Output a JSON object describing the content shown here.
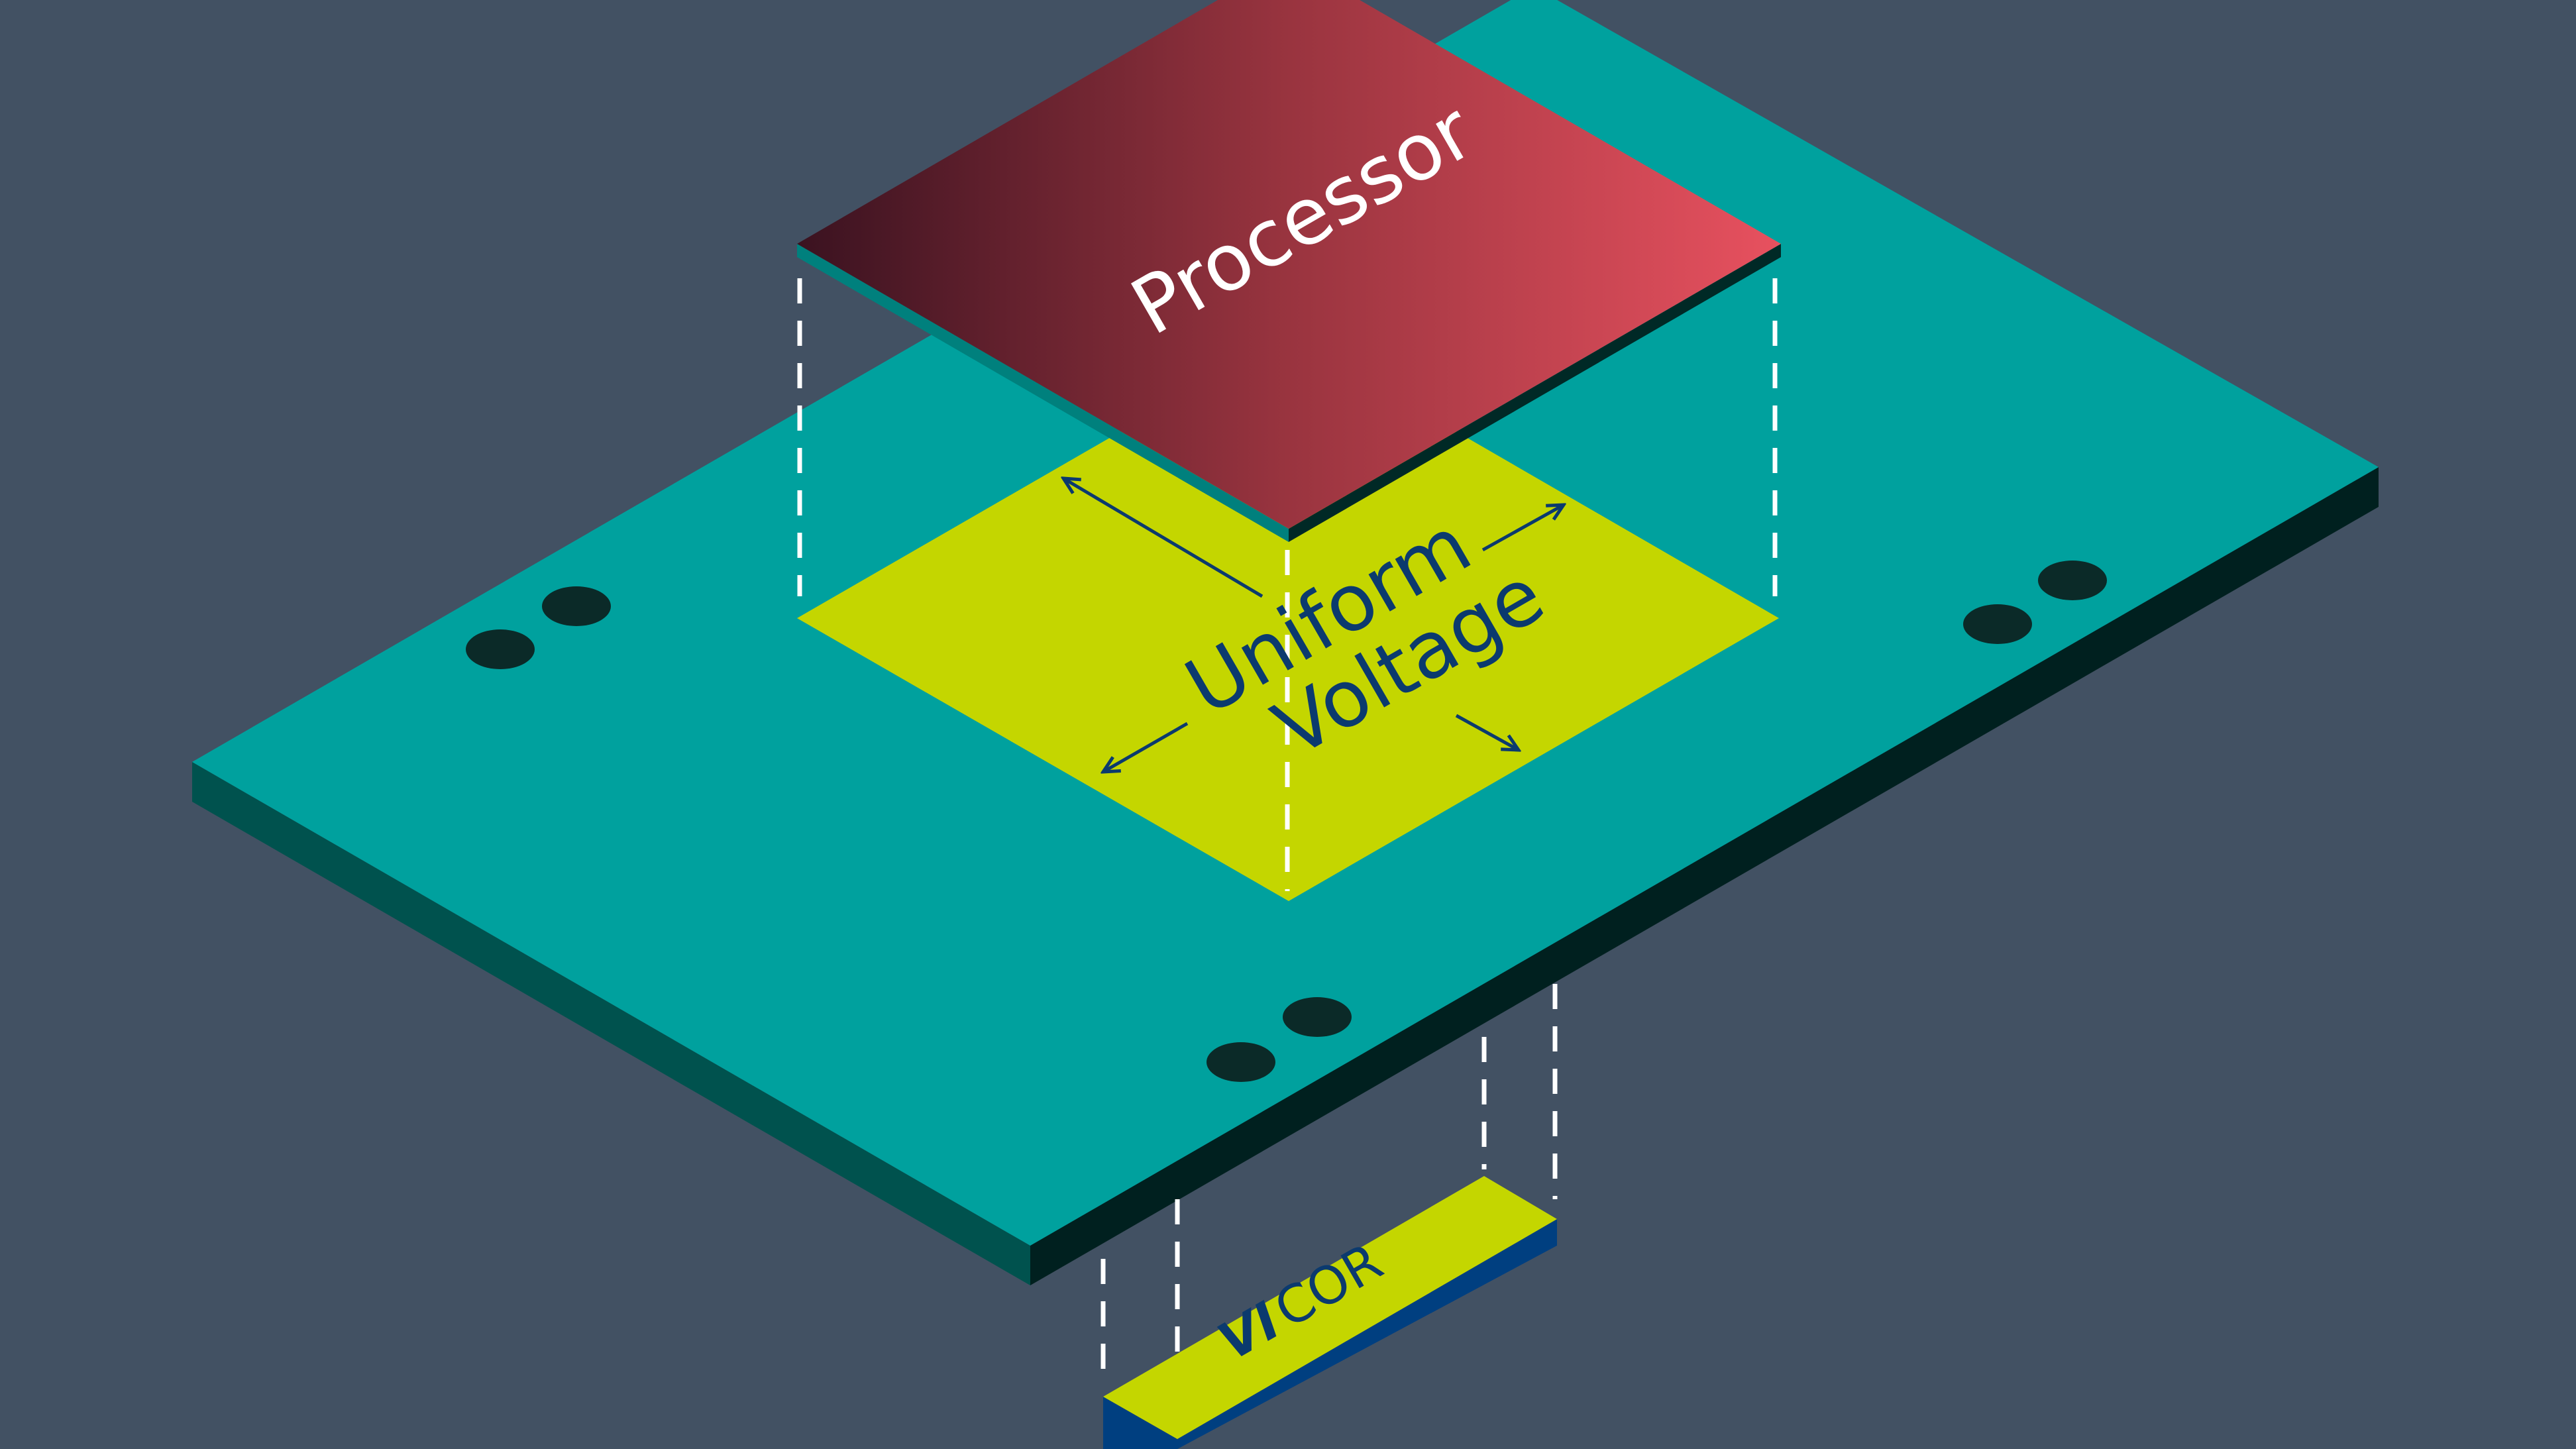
{
  "labels": {
    "processor": "Processor",
    "uniform": "Uniform",
    "voltage": "Voltage",
    "brand_vi": "VI",
    "brand_cor": "COR"
  },
  "colors": {
    "background": "#425163",
    "board_top": "#00A19E",
    "board_side_left": "#00524E",
    "board_side_right": "#00201F",
    "voltage_plane": "#C4D600",
    "processor_dark": "#3A1220",
    "processor_light": "#E8515F",
    "processor_edge_left": "#00807D",
    "processor_edge_right": "#002926",
    "module_top": "#C4D600",
    "module_side": "#003F80",
    "text_navy": "#0B3A6E",
    "text_white": "#FFFFFF",
    "dashes": "#FFFFFF"
  },
  "icons": {
    "arrows": "arrow-icon",
    "holes": "mounting-hole-icon",
    "logo": "vicor-logo-icon"
  }
}
